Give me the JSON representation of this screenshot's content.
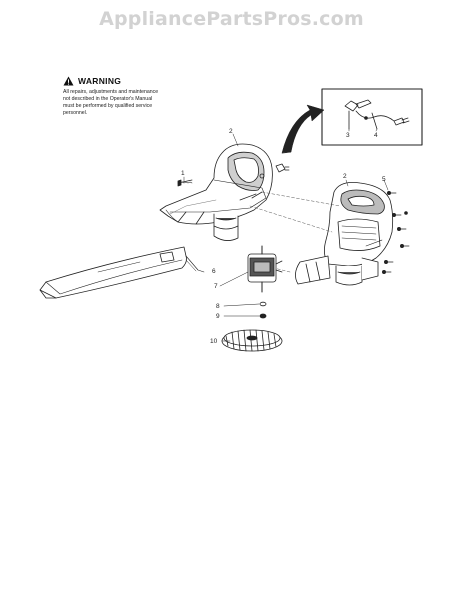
{
  "watermark": "AppliancePartsPros.com",
  "warning": {
    "title": "WARNING",
    "lines": [
      "All repairs, adjustments and maintenance",
      "not described in the Operator's Manual",
      "must be performed by qualified service",
      "personnel."
    ]
  },
  "callouts": {
    "c1": "1",
    "c2a": "2",
    "c2b": "2",
    "c3": "3",
    "c4": "4",
    "c5": "5",
    "c6": "6",
    "c7": "7",
    "c8": "8",
    "c9": "9",
    "c10": "10"
  }
}
